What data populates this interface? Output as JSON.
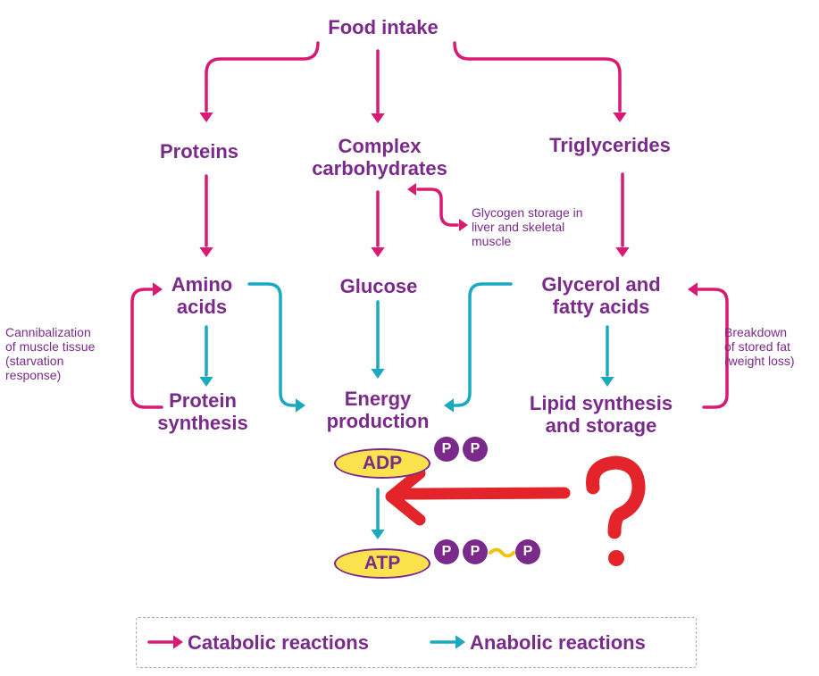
{
  "colors": {
    "catabolic": "#d81b72",
    "anabolic": "#1aa9bf",
    "label": "#7a2a8a",
    "pill_fill": "#fbe34e",
    "pill_border": "#7a2a8a",
    "phosphate": "#7a2a8a",
    "bond": "#f1c40f",
    "question": "#e3242b"
  },
  "nodes": {
    "food_intake": [
      "Food intake"
    ],
    "proteins": [
      "Proteins"
    ],
    "complex_carbs": [
      "Complex",
      "carbohydrates"
    ],
    "triglycerides": [
      "Triglycerides"
    ],
    "amino_acids": [
      "Amino",
      "acids"
    ],
    "glucose": [
      "Glucose"
    ],
    "glycerol": [
      "Glycerol and",
      "fatty acids"
    ],
    "protein_synthesis": [
      "Protein",
      "synthesis"
    ],
    "energy_production": [
      "Energy",
      "production"
    ],
    "lipid_synthesis": [
      "Lipid synthesis",
      "and storage"
    ]
  },
  "notes": {
    "glycogen": [
      "Glycogen storage in",
      "liver and skeletal",
      "muscle"
    ],
    "cannibalization": [
      "Cannibalization",
      "of muscle tissue",
      "(starvation",
      "response)"
    ],
    "breakdown": [
      "Breakdown",
      "of stored fat",
      "(weight loss)"
    ]
  },
  "molecules": {
    "adp": "ADP",
    "atp": "ATP",
    "phosphate": "P"
  },
  "annotation": {
    "question_mark": "?",
    "question_mark_icon": "question-mark-icon",
    "annotation_arrow_icon": "red-arrow-icon"
  },
  "legend": {
    "catabolic": "Catabolic reactions",
    "anabolic": "Anabolic reactions"
  }
}
